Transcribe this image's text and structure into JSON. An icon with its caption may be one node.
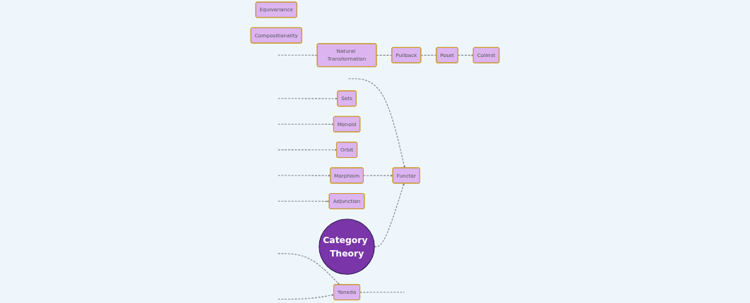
{
  "diagram": {
    "nodes": [
      {
        "text": [
          "Category Theory"
        ]
      },
      {
        "text": [
          "Yoneda"
        ]
      },
      {
        "text": [
          "Sets"
        ]
      },
      {
        "text": [
          "Equivariance"
        ]
      },
      {
        "text": [
          "Monoid"
        ]
      },
      {
        "text": [
          "Orbit"
        ]
      },
      {
        "text": [
          "Natural Transformation"
        ]
      },
      {
        "text": [
          "Pullback"
        ]
      },
      {
        "text": [
          "Adjunction"
        ]
      },
      {
        "text": [
          "Morphism"
        ]
      },
      {
        "text": [
          "Functor"
        ]
      },
      {
        "text": [
          "Compositionality"
        ]
      },
      {
        "text": [
          "Colimit"
        ]
      },
      {
        "text": [
          "Poset"
        ]
      }
    ],
    "edges": [
      {
        "from": null,
        "to": 1,
        "arrow": "to",
        "style": "dashed"
      },
      {
        "from": null,
        "to": 1,
        "arrow": "to",
        "style": "dashed"
      },
      {
        "from": 1,
        "to": null,
        "arrow": "none",
        "style": "dashed"
      },
      {
        "from": null,
        "to": 2,
        "arrow": "to",
        "style": "dashed"
      },
      {
        "from": null,
        "to": 4,
        "arrow": "to",
        "style": "dashed"
      },
      {
        "from": null,
        "to": 5,
        "arrow": "to",
        "style": "dashed"
      },
      {
        "from": null,
        "to": 6,
        "arrow": "none",
        "style": "dashed"
      },
      {
        "from": 6,
        "to": 7,
        "arrow": "none",
        "style": "dashed"
      },
      {
        "from": 7,
        "to": 13,
        "arrow": "none",
        "style": "dashed"
      },
      {
        "from": 13,
        "to": 12,
        "arrow": "to",
        "style": "dashed"
      },
      {
        "from": null,
        "to": 8,
        "arrow": "to",
        "style": "dashed"
      },
      {
        "from": null,
        "to": 9,
        "arrow": "to",
        "style": "dashed"
      },
      {
        "from": null,
        "to": 10,
        "arrow": "to",
        "style": "dashed"
      },
      {
        "from": 9,
        "to": 10,
        "arrow": "to",
        "style": "dashed"
      },
      {
        "from": 0,
        "to": 10,
        "arrow": "to",
        "style": "dashed"
      }
    ]
  }
}
